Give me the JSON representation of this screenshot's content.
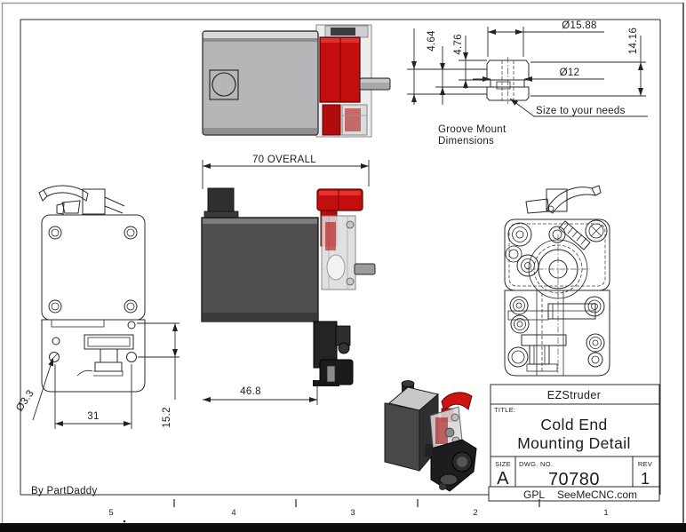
{
  "page": {
    "author_credit": "By PartDaddy",
    "zone_labels": [
      "5",
      "4",
      "3",
      "2",
      "1"
    ]
  },
  "title_block": {
    "product": "EZStruder",
    "title_label": "TITLE:",
    "title_line1": "Cold End",
    "title_line2": "Mounting Detail",
    "size_label": "SIZE",
    "size_value": "A",
    "dwg_label": "DWG.  NO.",
    "dwg_value": "70780",
    "rev_label": "REV",
    "rev_value": "1",
    "license": "GPL",
    "site": "SeeMeCNC.com"
  },
  "groove_detail": {
    "caption_line1": "Groove Mount",
    "caption_line2": "Dimensions",
    "note": "Size to your needs",
    "dim_outer_dia": "Ø15.88",
    "dim_inner_dia": "Ø12",
    "dim_height": "14.16",
    "dim_groove_a": "4.64",
    "dim_groove_b": "4.76"
  },
  "dims": {
    "overall_width": "70  OVERALL",
    "mount_width": "46.8",
    "hole_dia": "Ø3.3",
    "hole_spacing": "31",
    "hole_offset": "15.2"
  },
  "colors": {
    "accent_red": "#c40d0d",
    "body_gray_light": "#b6b6b8",
    "body_gray_dark": "#4f4f52",
    "line": "#2a2a2a"
  }
}
